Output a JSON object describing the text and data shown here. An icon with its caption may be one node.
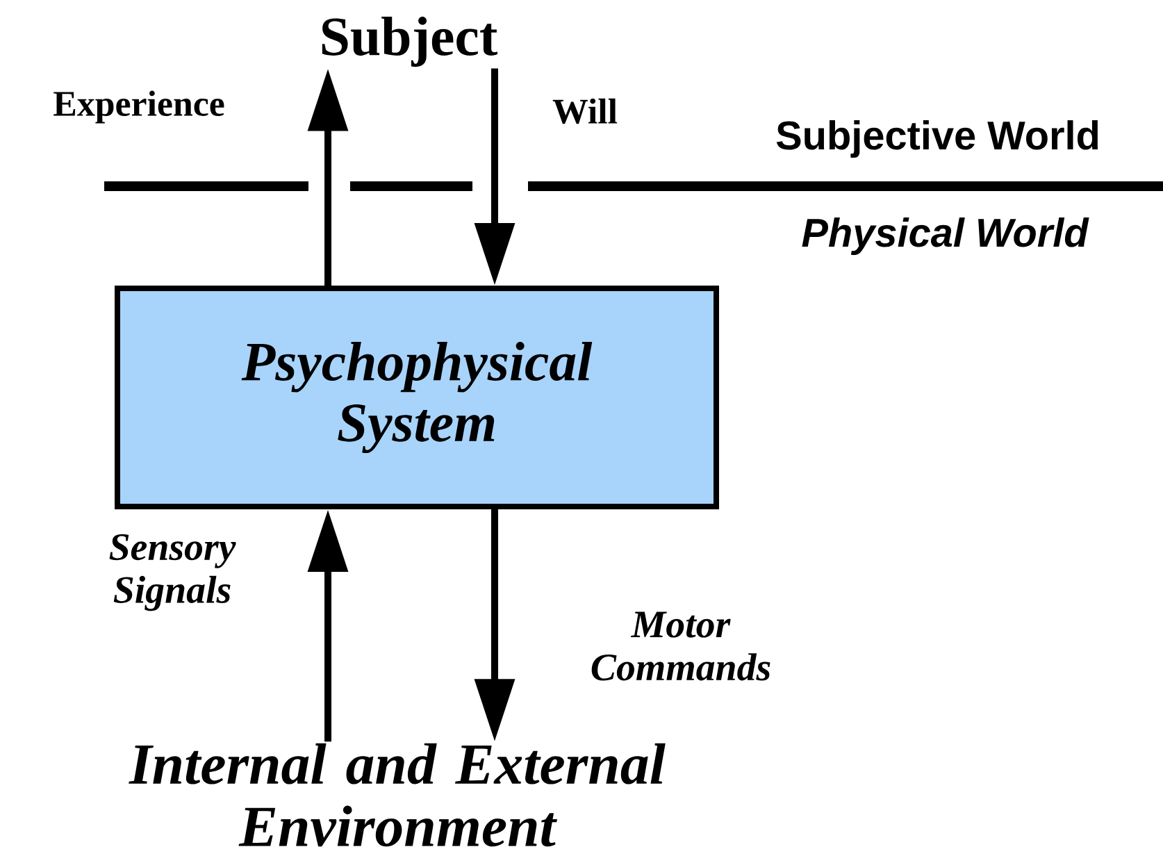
{
  "diagram": {
    "nodes": [
      {
        "text": [
          "Subject"
        ]
      },
      {
        "text": [
          "Psychophysical System"
        ]
      },
      {
        "text": [
          "Internal and External Environment"
        ]
      }
    ],
    "edges": [
      {
        "from": 1,
        "to": 0,
        "arrow": "to",
        "label": "Experience"
      },
      {
        "from": 0,
        "to": 1,
        "arrow": "to",
        "label": "Will"
      },
      {
        "from": 2,
        "to": 1,
        "arrow": "to",
        "label": "Sensory Signals"
      },
      {
        "from": 1,
        "to": 2,
        "arrow": "to",
        "label": "Motor Commands"
      }
    ],
    "labels": [
      "Subjective World",
      "Physical World"
    ]
  }
}
